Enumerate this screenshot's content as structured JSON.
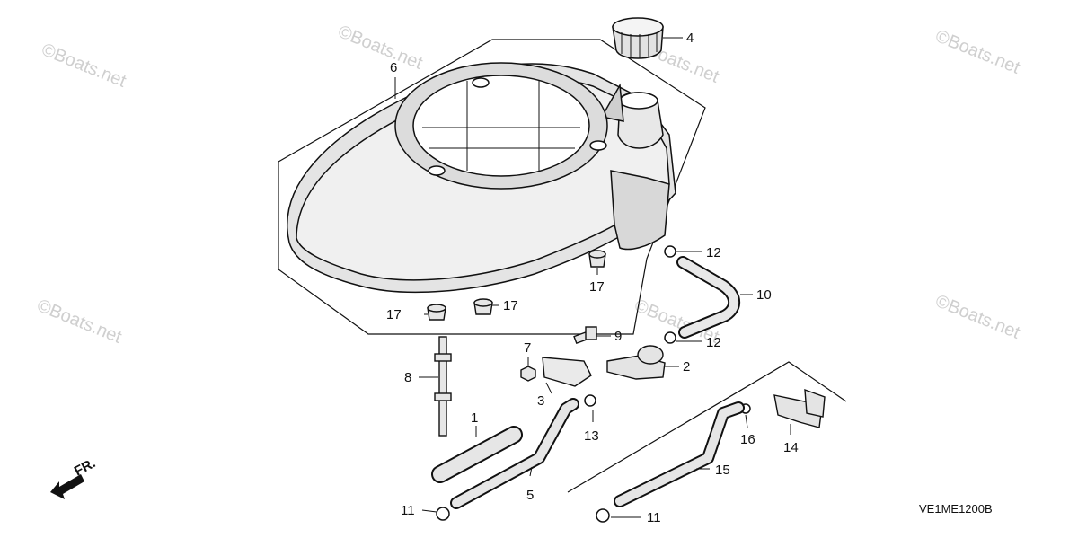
{
  "watermark": "©Boats.net",
  "diagram_code": "VE1ME1200B",
  "direction_label": "FR.",
  "callouts": [
    "1",
    "2",
    "3",
    "4",
    "5",
    "6",
    "7",
    "8",
    "9",
    "10",
    "11",
    "11",
    "12",
    "12",
    "13",
    "14",
    "15",
    "16",
    "17",
    "17",
    "17"
  ]
}
